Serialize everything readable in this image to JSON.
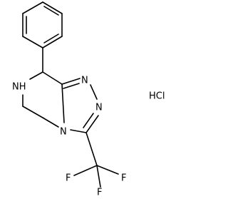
{
  "molecule": {
    "labels": {
      "n_top": "N",
      "n_right": "N",
      "n_ring": "N",
      "nh": "NH",
      "f1": "F",
      "f2": "F",
      "f3": "F"
    },
    "salt": "HCl"
  }
}
